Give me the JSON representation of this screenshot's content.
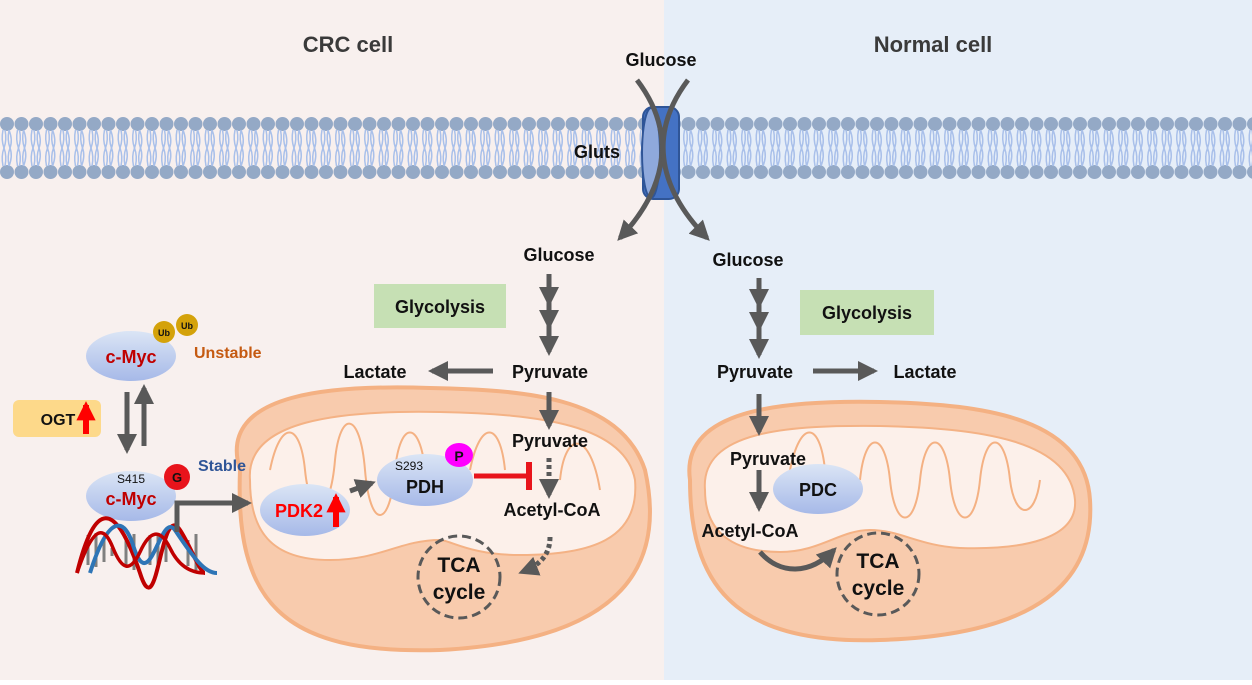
{
  "panels": {
    "left": {
      "title": "CRC cell",
      "bg": "#f8f0ee"
    },
    "right": {
      "title": "Normal cell",
      "bg": "#e6eef8"
    }
  },
  "membrane": {
    "transporter_label": "Gluts",
    "extracellular_label": "Glucose"
  },
  "crc": {
    "glucose": "Glucose",
    "glycolysis": "Glycolysis",
    "lactate": "Lactate",
    "pyruvate": "Pyruvate",
    "mito_pyruvate": "Pyruvate",
    "acetyl_coa": "Acetyl-CoA",
    "tca_line1": "TCA",
    "tca_line2": "cycle",
    "pdh": {
      "site": "S293",
      "name": "PDH",
      "mod": "P"
    },
    "pdk2": "PDK2",
    "cmyc_unstable": {
      "name": "c-Myc",
      "ub1": "Ub",
      "ub2": "Ub",
      "state": "Unstable"
    },
    "cmyc_stable": {
      "site": "S415",
      "name": "c-Myc",
      "mod": "G",
      "state": "Stable"
    },
    "ogt": "OGT"
  },
  "normal": {
    "glucose": "Glucose",
    "glycolysis": "Glycolysis",
    "pyruvate": "Pyruvate",
    "lactate": "Lactate",
    "mito_pyruvate": "Pyruvate",
    "pdc": "PDC",
    "acetyl_coa": "Acetyl-CoA",
    "tca_line1": "TCA",
    "tca_line2": "cycle"
  },
  "colors": {
    "arrow": "#595959",
    "inhibit": "#e8141b",
    "up_arrow": "#ff0000",
    "glycolysis_box": "#c6e0b4",
    "ogt_box": "#fdd98a",
    "mito_outer": "#f8cbad",
    "mito_stroke": "#f4b183",
    "mito_inner": "#fdf3ee",
    "protein": "#b4c7e7",
    "cmyc_text": "#c00000",
    "unstable_text": "#c55a11",
    "stable_text": "#2f5597",
    "pdk2_text": "#ff0000",
    "ub": "#d4a20a",
    "g_mod": "#e8141b",
    "p_mod": "#ff00ff",
    "glut": "#4472c4"
  }
}
